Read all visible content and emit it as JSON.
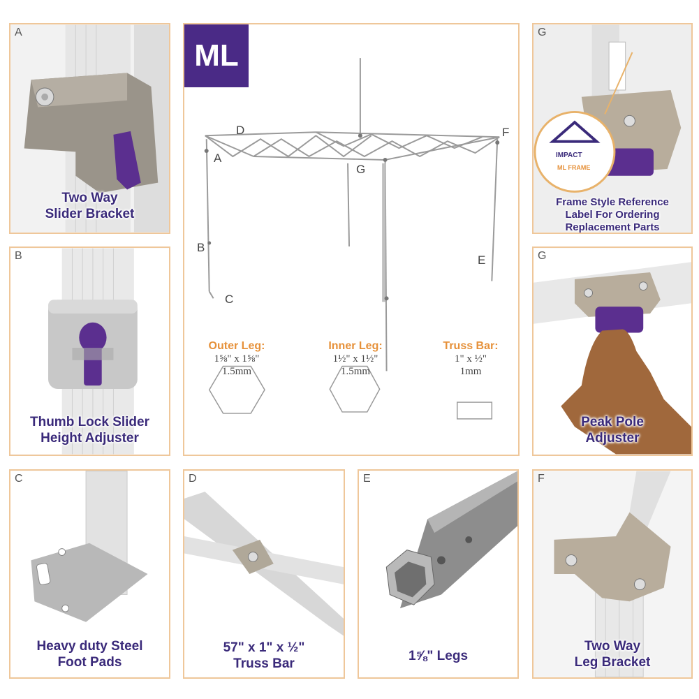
{
  "badge": "ML",
  "frame_labels": [
    "D",
    "A",
    "G",
    "F",
    "B",
    "E",
    "C"
  ],
  "specs": [
    {
      "title": "Outer Leg:",
      "line1": "1⅝\" x 1⅝\"",
      "line2": "1.5mm"
    },
    {
      "title": "Inner Leg:",
      "line1": "1½\" x 1½\"",
      "line2": "1.5mm"
    },
    {
      "title": "Truss Bar:",
      "line1": "1\" x ½\"",
      "line2": "1mm"
    }
  ],
  "panels": {
    "A": {
      "letter": "A",
      "line1": "Two Way",
      "line2": "Slider Bracket"
    },
    "B": {
      "letter": "B",
      "line1": "Thumb Lock Slider",
      "line2": "Height Adjuster"
    },
    "C": {
      "letter": "C",
      "line1": "Heavy duty Steel",
      "line2": "Foot Pads"
    },
    "D": {
      "letter": "D",
      "line1": "57\" x 1\" x ½\"",
      "line2": "Truss Bar"
    },
    "E": {
      "letter": "E",
      "line1": "1⅝\" Legs"
    },
    "F": {
      "letter": "F",
      "line1": "Two Way",
      "line2": "Leg Bracket"
    },
    "G1": {
      "letter": "G",
      "line1": "Frame Style Reference",
      "line2": "Label For Ordering",
      "line3": "Replacement Parts",
      "label_brand": "IMPACT",
      "label_frame": "ML FRAME"
    },
    "G2": {
      "letter": "G",
      "line1": "Peak Pole",
      "line2": "Adjuster"
    }
  },
  "colors": {
    "accent_purple": "#4a2a86",
    "border": "#efc79a",
    "spec_orange": "#e6913a",
    "caption": "#3a2a7a"
  }
}
